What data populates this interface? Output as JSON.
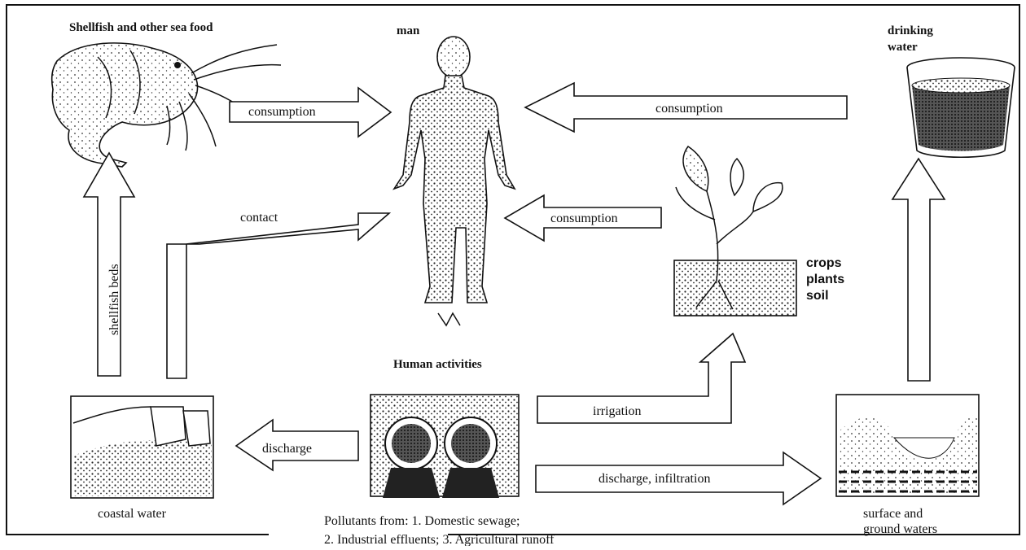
{
  "nodes": {
    "shellfish": "Shellfish and other sea food",
    "man": "man",
    "drinking_water_line1": "drinking",
    "drinking_water_line2": "water",
    "crops_line1": "crops",
    "crops_line2": "plants",
    "crops_line3": "soil",
    "human_activities": "Human activities",
    "coastal_water": "coastal water",
    "surface_line1": "surface and",
    "surface_line2": "ground waters"
  },
  "arrows": {
    "shellfish_to_man": "consumption",
    "water_to_man": "consumption",
    "crops_to_man": "consumption",
    "coastal_to_man": "contact",
    "coastal_to_shellfish": "shellfish beds",
    "activities_to_coastal": "discharge",
    "activities_to_crops": "irrigation",
    "activities_to_ground": "discharge, infiltration"
  },
  "caption": {
    "line1": "Pollutants from: 1. Domestic sewage;",
    "line2": "2. Industrial effluents; 3. Agricultural runoff"
  },
  "colors": {
    "ink": "#111111",
    "background": "#ffffff"
  }
}
